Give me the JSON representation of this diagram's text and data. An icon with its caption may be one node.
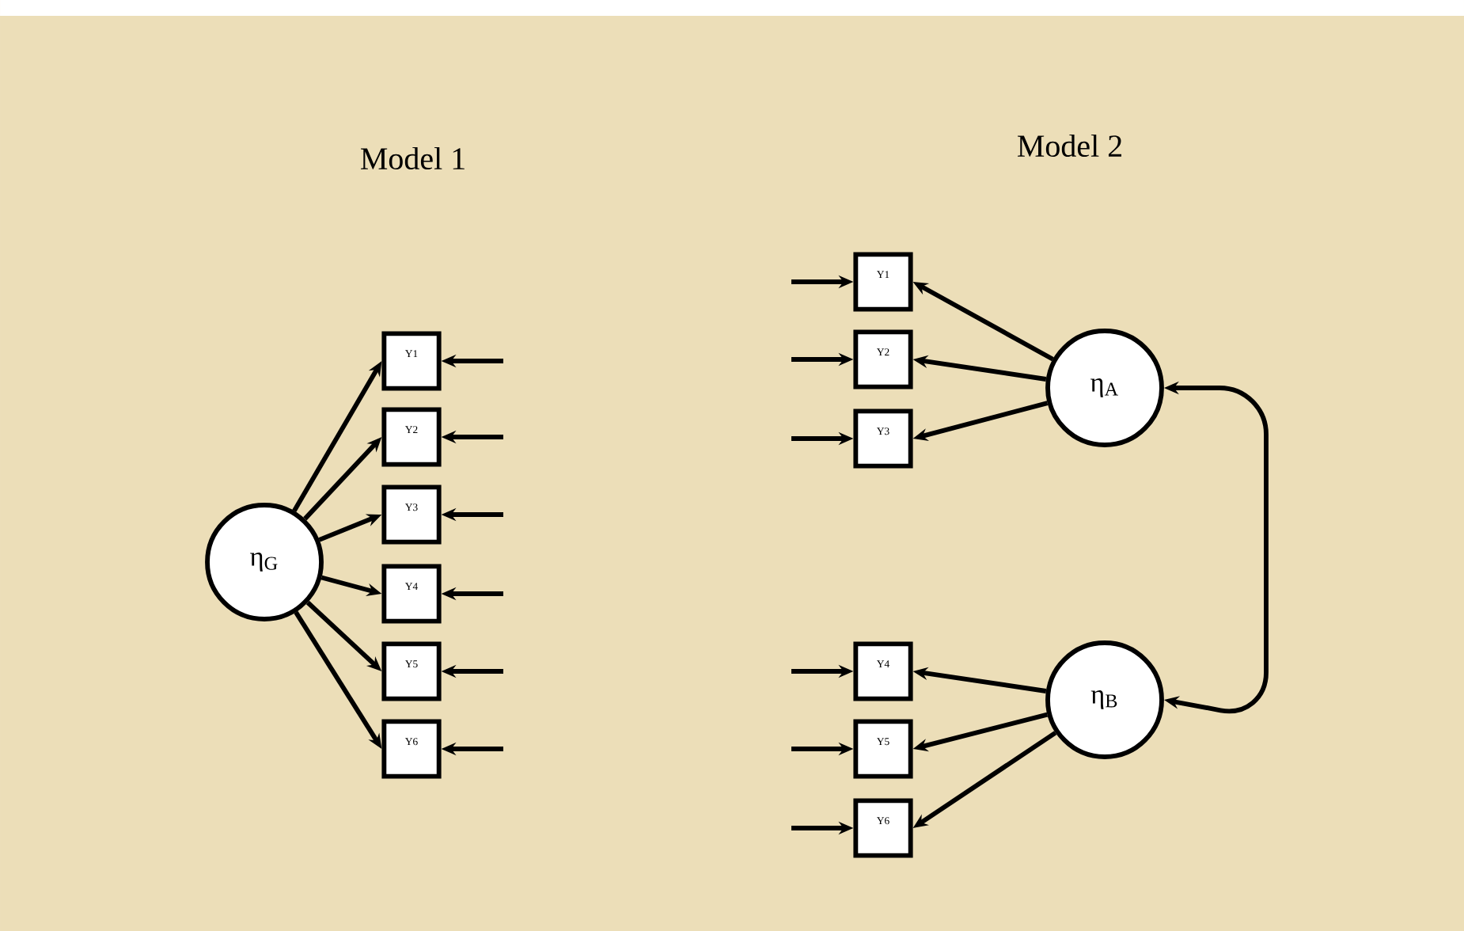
{
  "diagram": {
    "nodes": [
      {
        "text": [
          "η$_{G}$"
        ]
      },
      {
        "text": [
          "Y1"
        ]
      },
      {
        "text": [
          "Y2"
        ]
      },
      {
        "text": [
          "Y3"
        ]
      },
      {
        "text": [
          "Y4"
        ]
      },
      {
        "text": [
          "Y5"
        ]
      },
      {
        "text": [
          "Y6"
        ]
      },
      {
        "text": [
          "η$_{A}$"
        ]
      },
      {
        "text": [
          "Y1"
        ]
      },
      {
        "text": [
          "Y2"
        ]
      },
      {
        "text": [
          "Y3"
        ]
      },
      {
        "text": [
          "η$_{B}$"
        ]
      },
      {
        "text": [
          "Y4"
        ]
      },
      {
        "text": [
          "Y5"
        ]
      },
      {
        "text": [
          "Y6"
        ]
      }
    ],
    "edges": [
      {
        "from": 0,
        "to": 1,
        "arrow": "to"
      },
      {
        "from": 0,
        "to": 2,
        "arrow": "to"
      },
      {
        "from": 0,
        "to": 3,
        "arrow": "to"
      },
      {
        "from": 0,
        "to": 4,
        "arrow": "to"
      },
      {
        "from": 0,
        "to": 5,
        "arrow": "to"
      },
      {
        "from": 0,
        "to": 6,
        "arrow": "to"
      },
      {
        "from": null,
        "to": 1,
        "arrow": "to"
      },
      {
        "from": null,
        "to": 2,
        "arrow": "to"
      },
      {
        "from": null,
        "to": 3,
        "arrow": "to"
      },
      {
        "from": null,
        "to": 4,
        "arrow": "to"
      },
      {
        "from": null,
        "to": 5,
        "arrow": "to"
      },
      {
        "from": null,
        "to": 6,
        "arrow": "to"
      },
      {
        "from": 7,
        "to": 8,
        "arrow": "to"
      },
      {
        "from": 7,
        "to": 9,
        "arrow": "to"
      },
      {
        "from": 7,
        "to": 10,
        "arrow": "to"
      },
      {
        "from": 11,
        "to": 12,
        "arrow": "to"
      },
      {
        "from": 11,
        "to": 13,
        "arrow": "to"
      },
      {
        "from": 11,
        "to": 14,
        "arrow": "to"
      },
      {
        "from": null,
        "to": 8,
        "arrow": "to"
      },
      {
        "from": null,
        "to": 9,
        "arrow": "to"
      },
      {
        "from": null,
        "to": 10,
        "arrow": "to"
      },
      {
        "from": null,
        "to": 12,
        "arrow": "to"
      },
      {
        "from": null,
        "to": 13,
        "arrow": "to"
      },
      {
        "from": null,
        "to": 14,
        "arrow": "to"
      },
      {
        "from": 7,
        "to": 11,
        "arrow": "both"
      }
    ],
    "labels": [
      "Model 1",
      "Model 2"
    ]
  }
}
